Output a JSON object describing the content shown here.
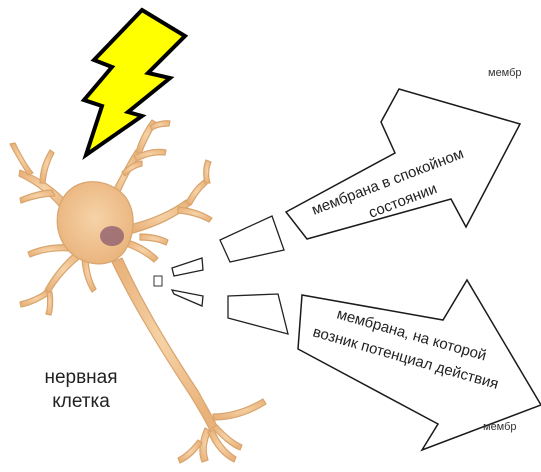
{
  "labels": {
    "nerve_cell": "нервная\nклетка",
    "arrow_top_line1": "мембрана в спокойном",
    "arrow_top_line2": "состоянии",
    "arrow_bottom_line1": "мембрана, на которой",
    "arrow_bottom_line2": "возник потенциал действия",
    "cut_top": "мембр",
    "cut_bottom": "мембр"
  },
  "icons": {
    "lightning": "lightning-bolt-icon",
    "neuron": "nerve-cell-illustration"
  },
  "colors": {
    "neuron_fill": "#f2c796",
    "neuron_edge": "#d9a46d",
    "nucleus": "#8a5a6e",
    "lightning_fill": "#ffff00",
    "lightning_stroke": "#000000",
    "arrow_stroke": "#1a1a1a",
    "arrow_fill": "#ffffff"
  }
}
